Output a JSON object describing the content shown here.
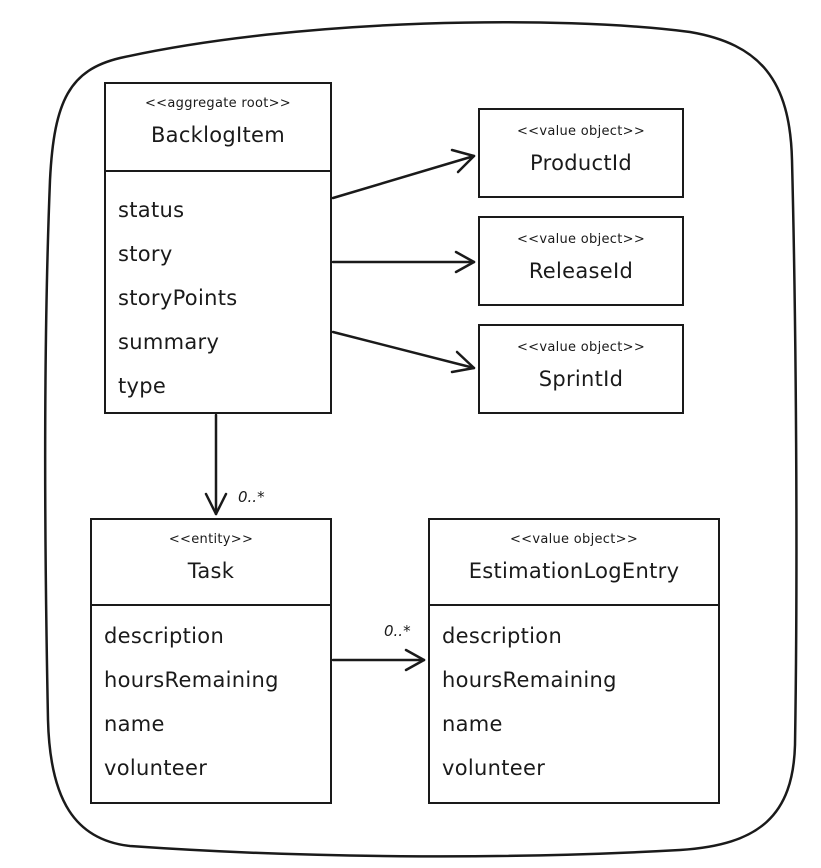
{
  "backlog_item": {
    "stereotype": "<<aggregate root>>",
    "name": "BacklogItem",
    "attributes": [
      "status",
      "story",
      "storyPoints",
      "summary",
      "type"
    ]
  },
  "product_id": {
    "stereotype": "<<value object>>",
    "name": "ProductId"
  },
  "release_id": {
    "stereotype": "<<value object>>",
    "name": "ReleaseId"
  },
  "sprint_id": {
    "stereotype": "<<value object>>",
    "name": "SprintId"
  },
  "task": {
    "stereotype": "<<entity>>",
    "name": "Task",
    "attributes": [
      "description",
      "hoursRemaining",
      "name",
      "volunteer"
    ]
  },
  "estimation_log_entry": {
    "stereotype": "<<value object>>",
    "name": "EstimationLogEntry",
    "attributes": [
      "description",
      "hoursRemaining",
      "name",
      "volunteer"
    ]
  },
  "multiplicity": {
    "backlog_to_task": "0..*",
    "task_to_log": "0..*"
  }
}
